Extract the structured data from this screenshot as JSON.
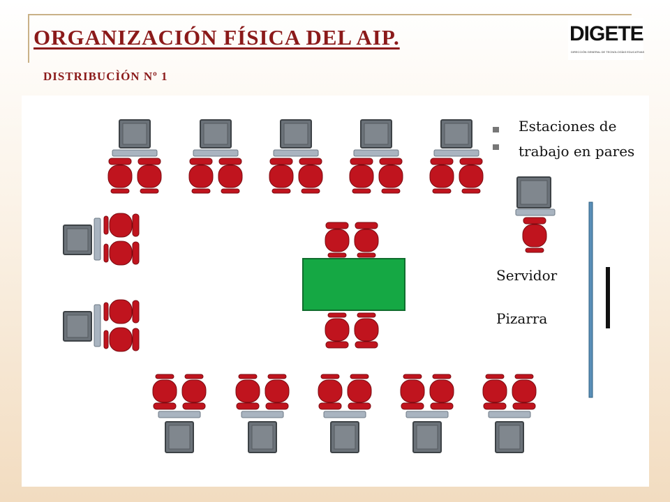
{
  "header": {
    "title": "ORGANIZACIÓN  FÍSICA  DEL  AIP.",
    "subtitle": "DISTRIBUCÌÓN Nº 1",
    "logo_text": "DIGETE",
    "logo_subtext": "DIRECCIÓN GENERAL DE TECNOLOGÍAS EDUCATIVAS"
  },
  "diagram": {
    "labels": {
      "workstations_line1": "Estaciones de",
      "workstations_line2": "trabajo en pares",
      "server": "Servidor",
      "whiteboard": "Pizarra"
    },
    "colors": {
      "chair": "#c0141e",
      "monitor": "#6b7279",
      "keyboard": "#a9b4c0",
      "table": "#15a844",
      "whiteboard": "#5a8fb8"
    }
  }
}
